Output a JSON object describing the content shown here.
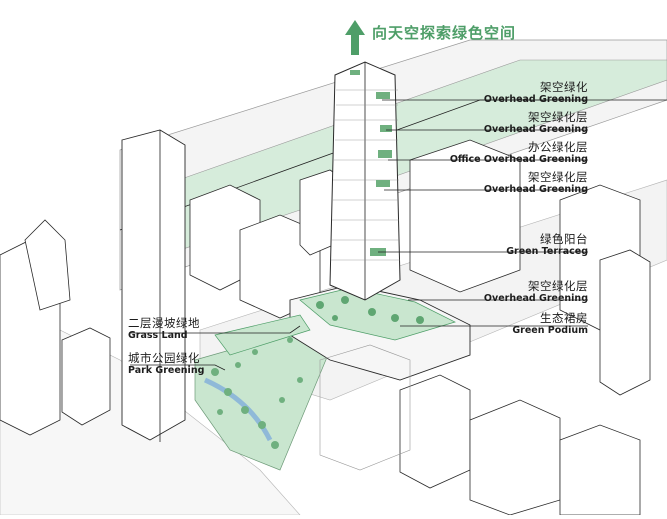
{
  "sky_title": "向天空探索绿色空间",
  "labels_right": [
    {
      "zh": "架空绿化",
      "en": "Overhead Greening"
    },
    {
      "zh": "架空绿化层",
      "en": "Overhead Greening"
    },
    {
      "zh": "办公绿化层",
      "en": "Office Overhead Greening"
    },
    {
      "zh": "架空绿化层",
      "en": "Overhead Greening"
    },
    {
      "zh": "绿色阳台",
      "en": "Green Terraceg"
    },
    {
      "zh": "架空绿化层",
      "en": "Overhead Greening"
    },
    {
      "zh": "生态裙房",
      "en": "Green Podium"
    }
  ],
  "labels_left": [
    {
      "zh": "二层漫坡绿地",
      "en": "Grass Land"
    },
    {
      "zh": "城市公园绿化",
      "en": "Park Greening"
    }
  ],
  "colors": {
    "green": "#4e9e68",
    "light_green": "#c9e6cf",
    "line": "#2a2a2a"
  }
}
